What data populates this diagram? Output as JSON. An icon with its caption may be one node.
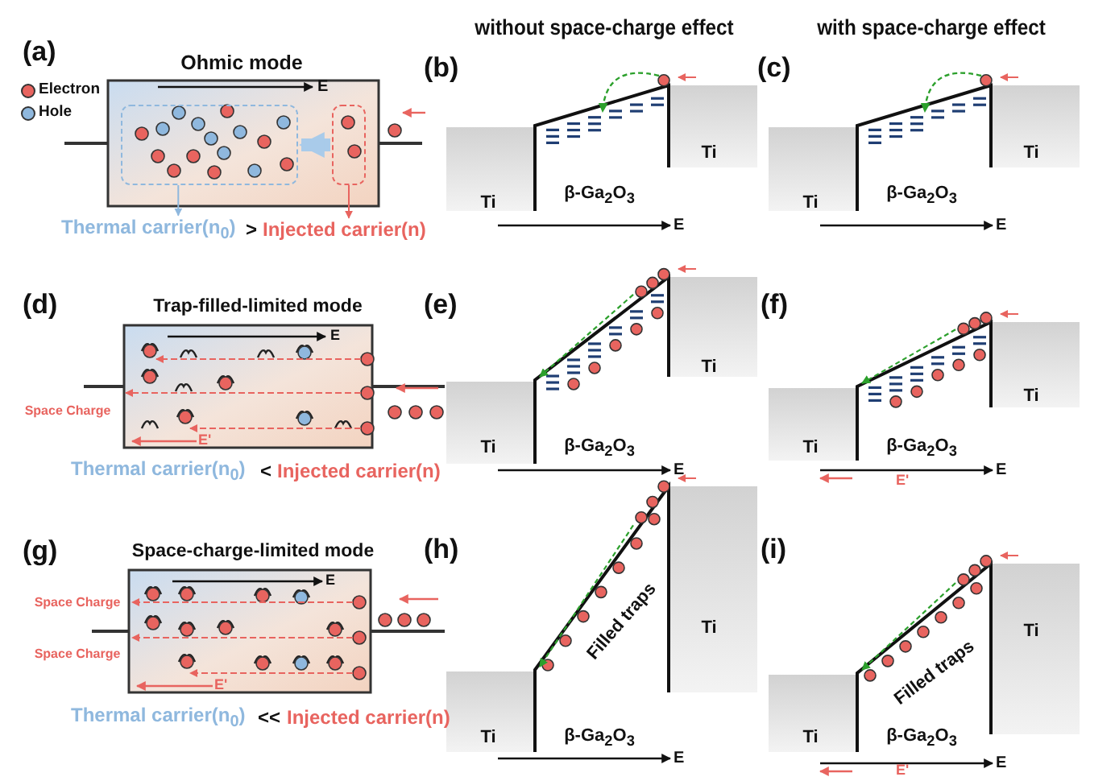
{
  "diagram": {
    "nodes": [
      {
        "text": [],
        "shape": "box"
      },
      {
        "text": [],
        "shape": "box"
      },
      {
        "text": [
          "Thermal carrier(n$_{0}$)"
        ]
      },
      {
        "text": [
          "Injected carrier(n)"
        ]
      }
    ],
    "edges": [
      {
        "from": 0,
        "to": 2,
        "arrow": "to",
        "color": "#8fb8de"
      },
      {
        "from": 1,
        "to": 3,
        "arrow": "to",
        "color": "#e8645f"
      },
      {
        "from": 1,
        "to": 0,
        "arrow": "to",
        "style": "thick",
        "color": "#a9cbea"
      }
    ],
    "labels": [
      "(a)",
      "Ohmic mode",
      "E",
      ">",
      "(b)",
      "without space-charge effect",
      "with space-charge effect",
      "(c)",
      "Ti",
      "Ti",
      "β-Ga$_{2}$O$_{3}$",
      "E",
      "Ti",
      "Ti",
      "β-Ga$_{2}$O$_{3}$",
      "E",
      "(d)",
      "Trap-filled-limited mode",
      "E",
      "Space Charge",
      "E'",
      "Thermal carrier(n$_{0}$)",
      "<",
      "Injected carrier(n)",
      "(e)",
      "Ti",
      "Ti",
      "β-Ga$_{2}$O$_{3}$",
      "E",
      "(f)",
      "Ti",
      "Ti",
      "β-Ga$_{2}$O$_{3}$",
      "E",
      "E'",
      "(g)",
      "Space-charge-limited mode",
      "E",
      "Space Charge",
      "Space Charge",
      "E'",
      "Thermal carrier(n$_{0}$)",
      "<<",
      "Injected carrier(n)",
      "(h)",
      "Filled traps",
      "Ti",
      "Ti",
      "β-Ga$_{2}$O$_{3}$",
      "E",
      "(i)",
      "Filled traps",
      "Ti",
      "Ti",
      "β-Ga$_{2}$O$_{3}$",
      "E",
      "E'"
    ],
    "legend": [
      {
        "text": "Electron",
        "color": "#e8645f"
      },
      {
        "text": "Hole",
        "color": "#8fb8de"
      }
    ]
  }
}
